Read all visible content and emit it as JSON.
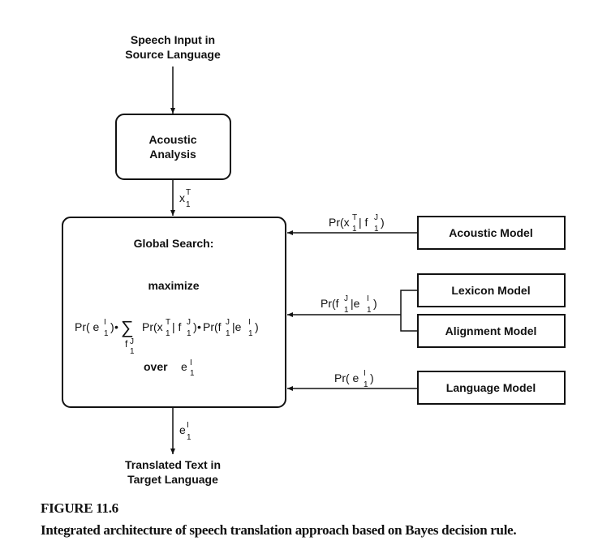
{
  "diagram": {
    "input_label": [
      "Speech Input in",
      "Source Language"
    ],
    "acoustic_analysis": [
      "Acoustic",
      "Analysis"
    ],
    "edge_x": {
      "base": "x",
      "sub": "1",
      "sup": "T"
    },
    "global_search": {
      "title": "Global Search:",
      "maximize": "maximize",
      "formula": {
        "term1": "Pr( e",
        "term1_sub": "1",
        "term1_sup": "I",
        "term1_close": ")",
        "dot": "•",
        "sum": "∑",
        "sum_base": "f",
        "sum_sub": "1",
        "sum_sup": "J",
        "term2": "Pr(x",
        "term2_sub": "1",
        "term2_sup": "T",
        "term2_mid": "| f",
        "term2_sub2": "1",
        "term2_sup2": "J",
        "term2_close": ")",
        "term3": "Pr(f",
        "term3_sub": "1",
        "term3_sup": "J",
        "term3_mid": "|e",
        "term3_sub2": "1",
        "term3_sup2": "I",
        "term3_close": ")"
      },
      "over": "over",
      "over_var": {
        "base": "e",
        "sub": "1",
        "sup": "I"
      }
    },
    "models": {
      "acoustic": "Acoustic Model",
      "lexicon": "Lexicon Model",
      "alignment": "Alignment Model",
      "language": "Language Model"
    },
    "edges": {
      "acoustic": {
        "pre": "Pr(x",
        "sub": "1",
        "sup": "T",
        "mid": "| f",
        "sub2": "1",
        "sup2": "J",
        "post": ")"
      },
      "lexicon": {
        "pre": "Pr(f",
        "sub": "1",
        "sup": "J",
        "mid": "|e",
        "sub2": "1",
        "sup2": "I",
        "post": ")"
      },
      "language": {
        "pre": "Pr( e",
        "sub": "1",
        "sup": "I",
        "post": ")"
      }
    },
    "edge_e": {
      "base": "e",
      "sub": "1",
      "sup": "I"
    },
    "output_label": [
      "Translated Text in",
      "Target Language"
    ]
  },
  "caption": {
    "title": "FIGURE 11.6",
    "text": " Integrated architecture of speech translation approach based on Bayes decision rule."
  }
}
